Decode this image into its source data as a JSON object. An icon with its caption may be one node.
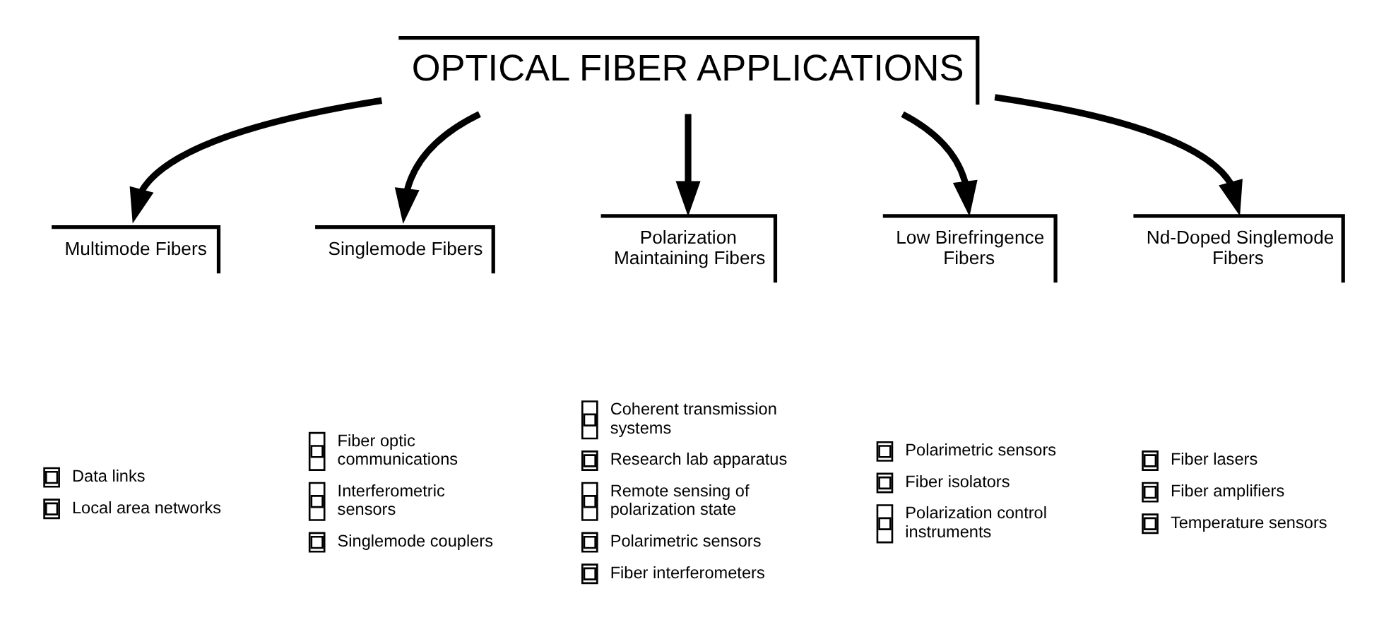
{
  "diagram": {
    "nodes": [
      {
        "text": [
          "OPTICAL FIBER APPLICATIONS"
        ]
      },
      {
        "text": [
          "Multimode Fibers"
        ],
        "beside": [
          "Data links",
          "Local area networks"
        ]
      },
      {
        "text": [
          "Singlemode Fibers"
        ],
        "beside": [
          "Fiber optic communications",
          "Interferometric sensors",
          "Singlemode couplers"
        ]
      },
      {
        "text": [
          "Polarization Maintaining Fibers"
        ],
        "beside": [
          "Coherent transmission systems",
          "Research lab apparatus",
          "Remote sensing of polarization state",
          "Polarimetric sensors",
          "Fiber interferometers"
        ]
      },
      {
        "text": [
          "Low Birefringence Fibers"
        ],
        "beside": [
          "Polarimetric sensors",
          "Fiber isolators",
          "Polarization control instruments"
        ]
      },
      {
        "text": [
          "Nd-Doped Singlemode Fibers"
        ],
        "beside": [
          "Fiber lasers",
          "Fiber amplifiers",
          "Temperature sensors"
        ]
      }
    ],
    "edges": [
      {
        "from": 0,
        "to": 1,
        "arrow": "to"
      },
      {
        "from": 0,
        "to": 2,
        "arrow": "to"
      },
      {
        "from": 0,
        "to": 3,
        "arrow": "to"
      },
      {
        "from": 0,
        "to": 4,
        "arrow": "to"
      },
      {
        "from": 0,
        "to": 5,
        "arrow": "to"
      }
    ]
  }
}
